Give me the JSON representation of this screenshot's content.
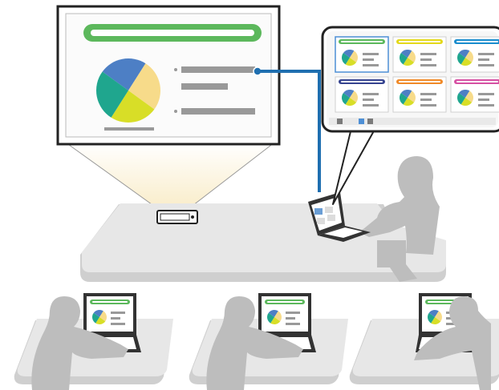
{
  "scene": {
    "projection_screen": {
      "header_bar_color": "#5cb85c",
      "pie_slices": [
        {
          "label": "",
          "color": "#4d7fc5",
          "fraction": 0.24
        },
        {
          "label": "",
          "color": "#f7db8a",
          "fraction": 0.26
        },
        {
          "label": "",
          "color": "#d8de27",
          "fraction": 0.24
        },
        {
          "label": "",
          "color": "#1fa68e",
          "fraction": 0.26
        }
      ],
      "bullet_lines": 3
    },
    "teacher_monitor": {
      "thumbnail_accents": [
        "#5cb85c",
        "#e3d81b",
        "#1a8ccd",
        "#35438f",
        "#f08a28",
        "#d650a3"
      ],
      "link_color": "#1f6fb0"
    },
    "colors": {
      "silhouette": "#bdbdbd",
      "table": "#e7e7e7",
      "table_shadow": "#cfcfcf",
      "projector_beam": "#f9ecc8",
      "laptop_frame": "#333333"
    },
    "student_count": 3
  }
}
